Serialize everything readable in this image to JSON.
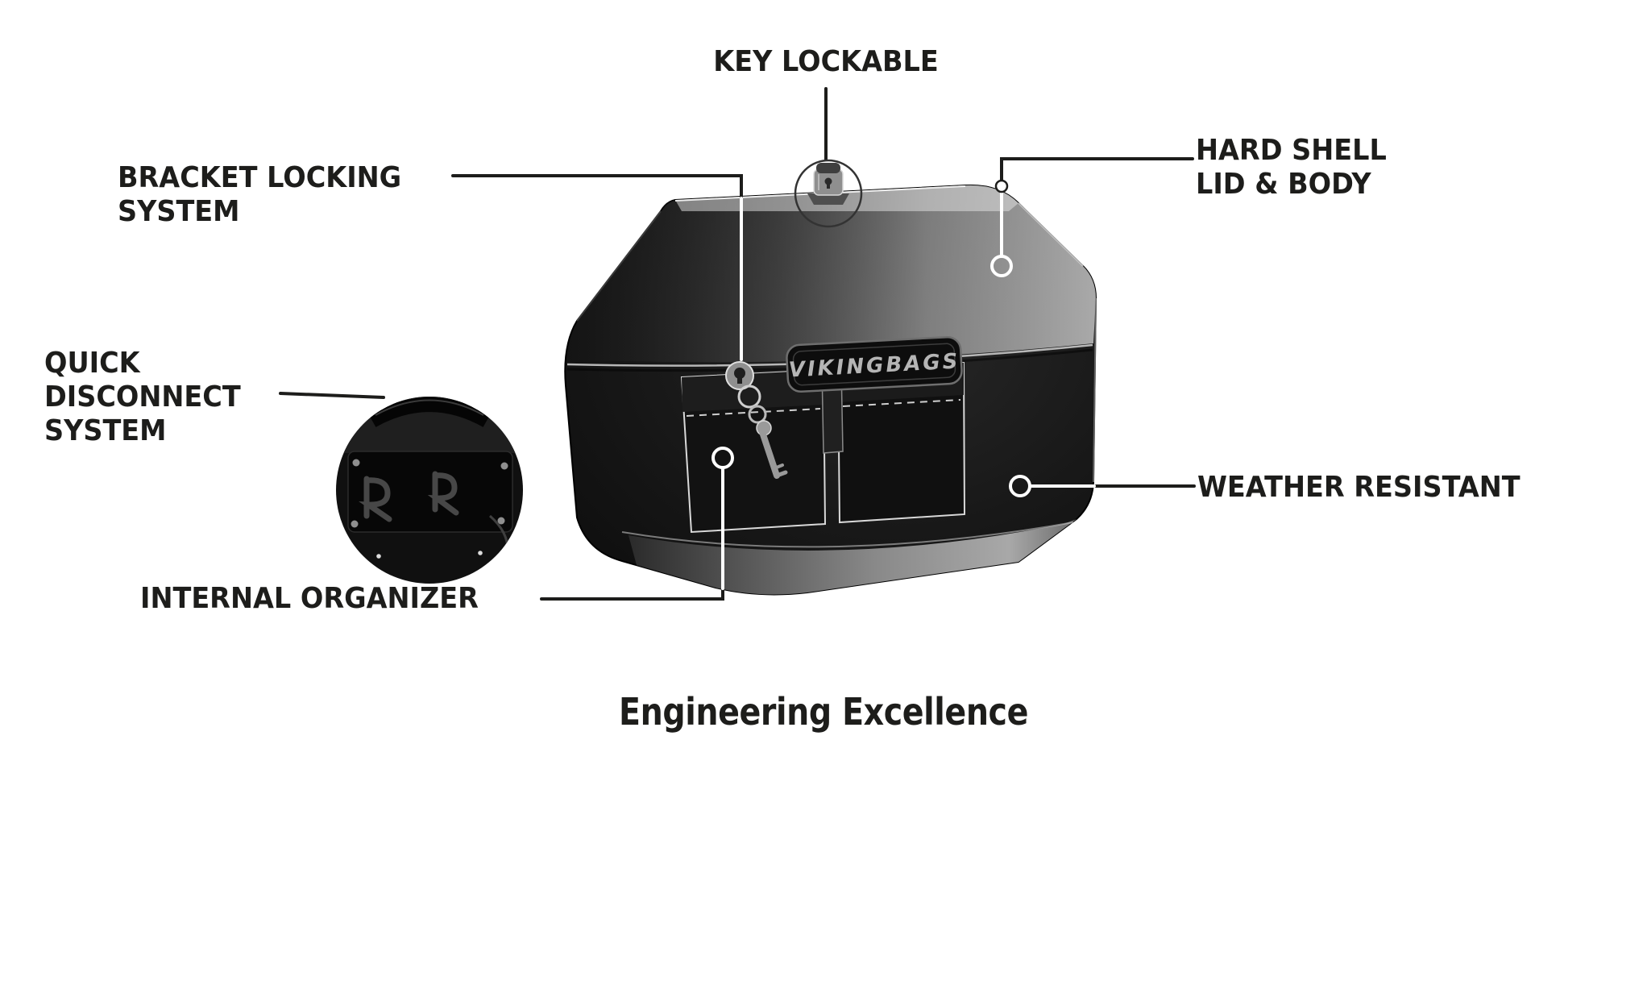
{
  "title": {
    "text": "Engineering Excellence"
  },
  "product": {
    "badge_text": "VIKINGBAGS"
  },
  "callouts": {
    "key_lockable": "KEY LOCKABLE",
    "hard_shell": "HARD SHELL LID & BODY",
    "bracket_locking": "BRACKET LOCKING SYSTEM",
    "quick_disconnect": "QUICK DISCONNECT SYSTEM",
    "internal_organizer": "INTERNAL ORGANIZER",
    "weather_resistant": "WEATHER RESISTANT"
  },
  "colors": {
    "text": "#1d1d1b",
    "callout_line_dark": "#1d1d1b",
    "callout_line_light": "#ffffff",
    "bag_body": "#161616",
    "lid_highlight": "#c8c8c8",
    "floor_gray": "#8f8f8f",
    "badge_text_color": "#b5b5b5",
    "background": "#ffffff"
  }
}
